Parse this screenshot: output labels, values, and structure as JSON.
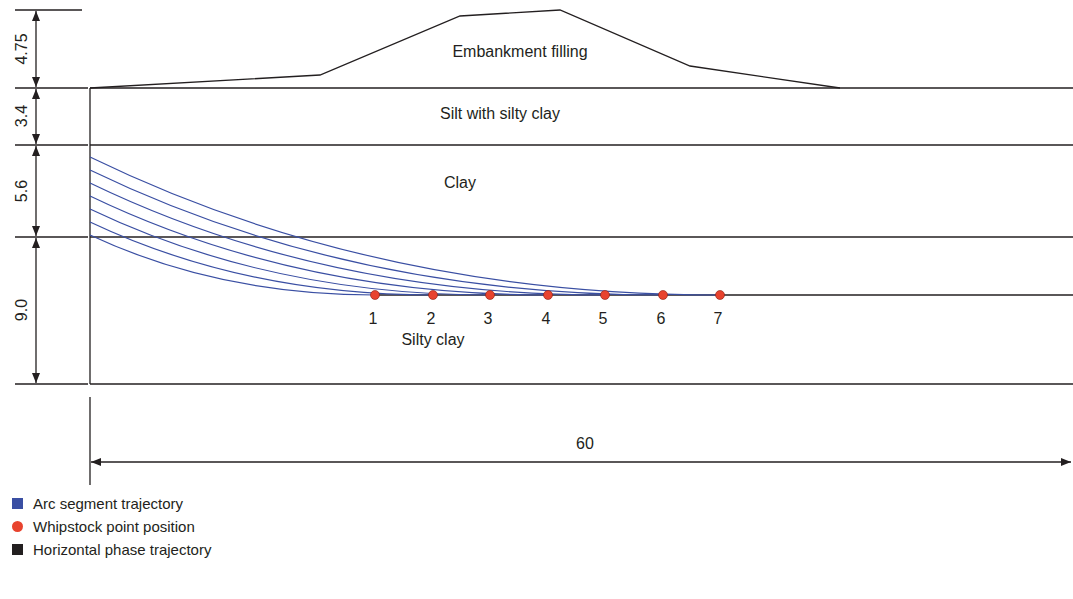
{
  "diagram": {
    "labels": [
      "4.75",
      "3.4",
      "5.6",
      "9.0",
      "Embankment filling",
      "Silt with silty clay",
      "Clay",
      "Silty clay",
      "1",
      "2",
      "3",
      "4",
      "5",
      "6",
      "7",
      "60"
    ],
    "legend": [
      {
        "text": "Arc segment trajectory",
        "color": "#3a4fa3"
      },
      {
        "text": "Whipstock point position",
        "color": "#e8432e"
      },
      {
        "text": "Horizontal phase trajectory",
        "color": "#231f20"
      }
    ]
  }
}
